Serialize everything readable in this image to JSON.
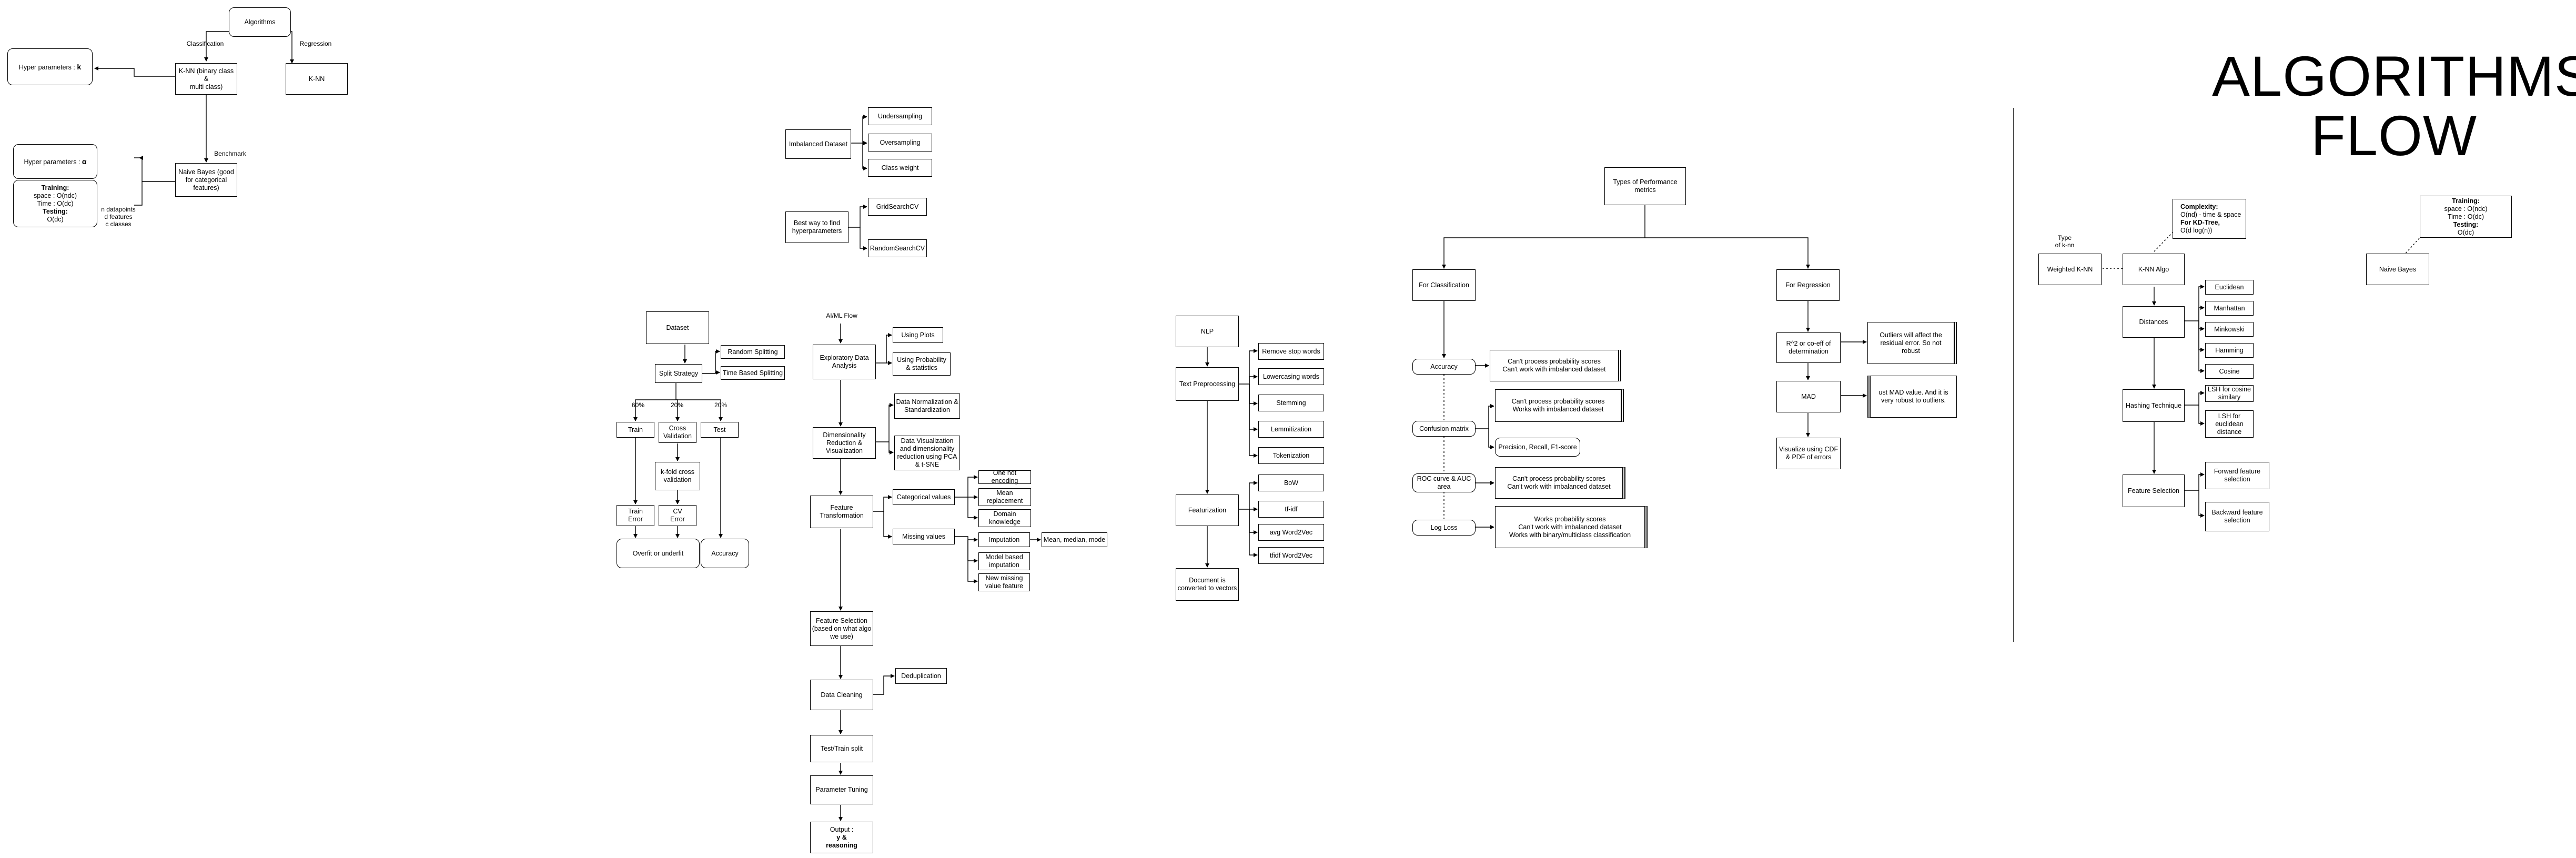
{
  "title": "ALGORITHMS\nFLOW",
  "algo": {
    "algorithms": "Algorithms",
    "classification": "Classification",
    "regression": "Regression",
    "knn_binary": "K-NN (binary class &\nmulti class)",
    "knn": "K-NN",
    "hyper_k_prefix": "Hyper parameters : ",
    "hyper_k_value": "k",
    "benchmark": "Benchmark",
    "naive_bayes": "Naive Bayes (good\nfor categorical\nfeatures)",
    "hyper_alpha_prefix": "Hyper parameters : ",
    "hyper_alpha_value": "α",
    "training_head": "Training:",
    "training_body": "space : O(ndc)\nTime : O(dc)",
    "testing_head": "Testing:",
    "testing_body": "O(dc)",
    "nb_notes": "n datapoints\nd features\nc classes"
  },
  "split": {
    "dataset": "Dataset",
    "split_strategy": "Split Strategy",
    "random_splitting": "Random Splitting",
    "time_based": "Time Based Splitting",
    "pct_train": "60%",
    "pct_cv": "20%",
    "pct_test": "20%",
    "train": "Train",
    "cross_validation": "Cross\nValidation",
    "test": "Test",
    "kfold": "k-fold cross\nvalidation",
    "train_error": "Train\nError",
    "cv_error": "CV\nError",
    "overfit": "Overfit or underfit",
    "accuracy": "Accuracy"
  },
  "imbalanced": {
    "imbalanced": "Imbalanced Dataset",
    "undersampling": "Undersampling",
    "oversampling": "Oversampling",
    "class_weight": "Class weight",
    "best_way": "Best way to find\nhyperparameters",
    "grid": "GridSearchCV",
    "random": "RandomSearchCV"
  },
  "flow": {
    "aiml": "AI/ML Flow",
    "eda": "Exploratory Data\nAnalysis",
    "using_plots": "Using Plots",
    "using_prob": "Using Probability\n& statistics",
    "dim_red": "Dimensionality\nReduction &\nVisualization",
    "normalization": "Data Normalization &\nStandardization",
    "visualization": "Data Visualization\nand dimensionality\nreduction using PCA\n& t-SNE",
    "feat_trans": "Feature\nTransformation",
    "categorical": "Categorical values",
    "onehot": "One hot encoding",
    "mean_rep": "Mean\nreplacement",
    "domain": "Domain\nknowledge",
    "missing": "Missing values",
    "imputation": "Imputation",
    "mmm": "Mean, median, mode",
    "model_imp": "Model based\nimputation",
    "new_missing": "New missing\nvalue feature",
    "feat_sel": "Feature Selection\n(based on what algo\nwe use)",
    "cleaning": "Data Cleaning",
    "dedup": "Deduplication",
    "tt_split": "Test/Train split",
    "param_tuning": "Parameter Tuning",
    "output_head": "Output :",
    "output_body": "y &\nreasoning"
  },
  "nlp": {
    "nlp": "NLP",
    "text_pre": "Text Preprocessing",
    "remove_stop": "Remove stop words",
    "lowercasing": "Lowercasing words",
    "stemming": "Stemming",
    "lemmatization": "Lemmitization",
    "tokenization": "Tokenization",
    "featurization": "Featurization",
    "bow": "BoW",
    "tfidf": "tf-idf",
    "avg_w2v": "avg Word2Vec",
    "tfidf_w2v": "tfidf Word2Vec",
    "document": "Document is\nconverted to vectors"
  },
  "perf": {
    "types": "Types of Performance\nmetrics",
    "for_class": "For Classification",
    "for_reg": "For Regression",
    "accuracy": "Accuracy",
    "acc_note": "Can't process probability scores\nCan't work with imbalanced dataset",
    "confusion": "Confusion matrix",
    "conf_note": "Can't process probability scores\nWorks with imbalanced dataset",
    "prf": "Precision, Recall, F1-score",
    "roc": "ROC curve & AUC\narea",
    "roc_note": "Can't process probability scores\nCan't work with imbalanced dataset",
    "logloss": "Log Loss",
    "log_note": "Works probability scores\nCan't work with imbalanced dataset\nWorks with binary/multiclass classification",
    "r2": "R^2 or co-eff of\ndetermination",
    "r2_note": "Outliers will affect the\nresidual error. So not\nrobust",
    "mad": "MAD",
    "mad_note": "ust MAD value. And it is\nvery robust to outliers.",
    "cdf": "Visualize using CDF\n& PDF of errors"
  },
  "knn_section": {
    "type_label": "Type\nof k-nn",
    "weighted": "Weighted K-NN",
    "knn_algo": "K-NN Algo",
    "complexity_head": "Complexity:",
    "complexity_body": "O(nd) - time & space",
    "kd_head": "For KD-Tree,",
    "kd_body": "O(d log(n))",
    "distances": "Distances",
    "euclidean": "Euclidean",
    "manhattan": "Manhattan",
    "minkowski": "Minkowski",
    "hamming": "Hamming",
    "cosine": "Cosine",
    "hashing": "Hashing Technique",
    "lsh_cos": "LSH for cosine\nsimilary",
    "lsh_euc": "LSH for\neuclidean\ndistance",
    "feat_sel": "Feature Selection",
    "forward": "Forward feature\nselection",
    "backward": "Backward feature\nselection",
    "nb": "Naive Bayes",
    "nb_train_head": "Training:",
    "nb_train_body": "space : O(ndc)\nTime : O(dc)",
    "nb_test_head": "Testing:",
    "nb_test_body": "O(dc)"
  }
}
